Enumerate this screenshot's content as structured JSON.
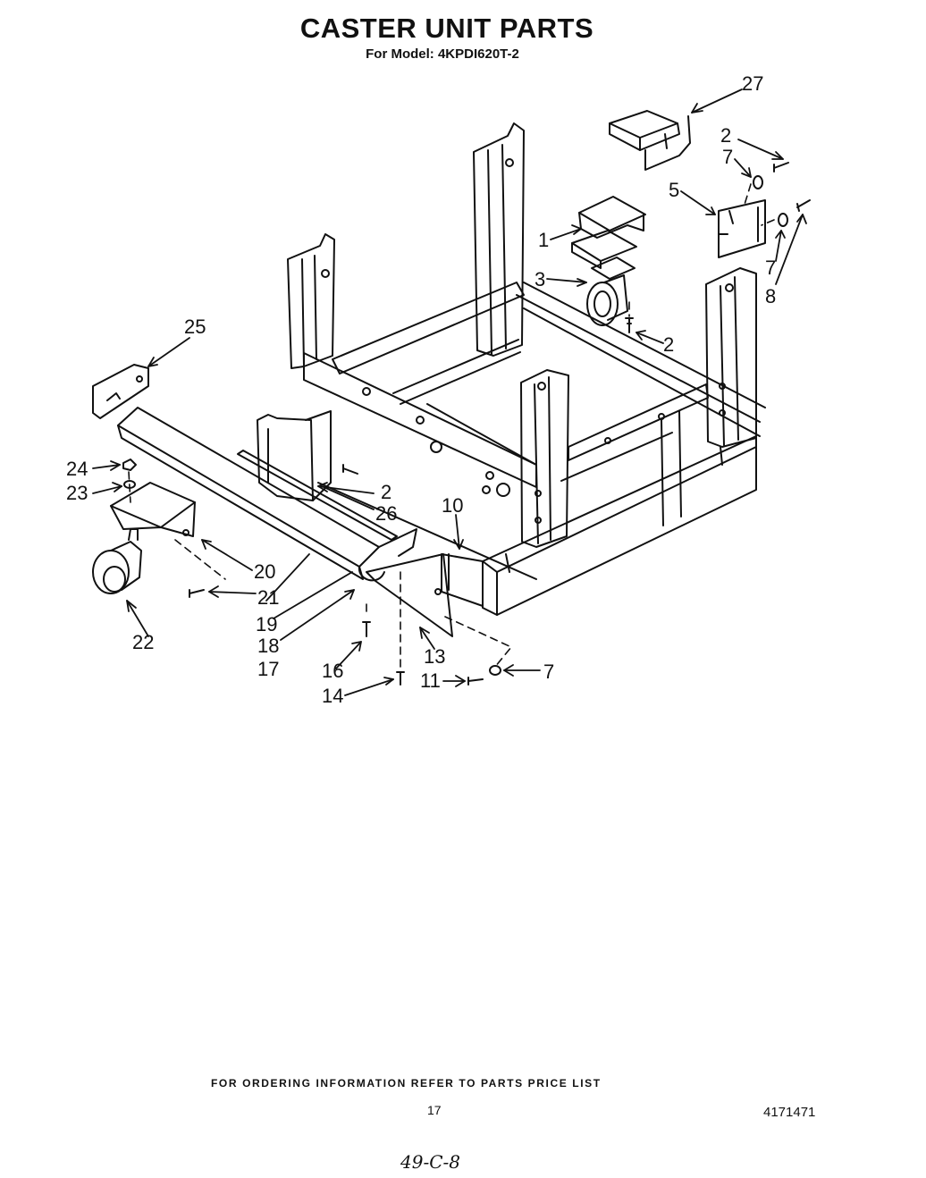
{
  "header": {
    "title": "CASTER UNIT PARTS",
    "model_line": "For Model: 4KPDI620T-2"
  },
  "callouts": {
    "p27": "27",
    "p2a": "2",
    "p7a": "7",
    "p5": "5",
    "p1": "1",
    "p3": "3",
    "p2b": "2",
    "p7b": "7",
    "p8": "8",
    "p25": "25",
    "p24": "24",
    "p23": "23",
    "p2c": "2",
    "p26": "26",
    "p10": "10",
    "p20": "20",
    "p21": "21",
    "p19": "19",
    "p18": "18",
    "p17": "17",
    "p22": "22",
    "p13": "13",
    "p16": "16",
    "p14": "14",
    "p11": "11",
    "p7c": "7"
  },
  "footer": {
    "ordering_note": "FOR ORDERING INFORMATION REFER TO PARTS PRICE LIST",
    "page_number": "17",
    "document_number": "4171471",
    "handwritten_note": "49-C-8"
  }
}
